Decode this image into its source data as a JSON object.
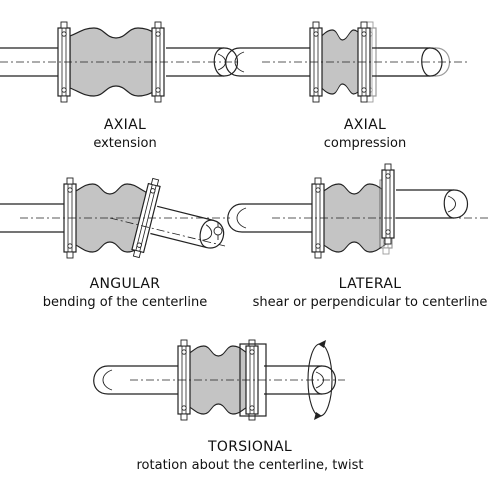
{
  "panels": [
    {
      "title": "AXIAL",
      "subtitle": "extension"
    },
    {
      "title": "AXIAL",
      "subtitle": "compression"
    },
    {
      "title": "ANGULAR",
      "subtitle": "bending of the centerline"
    },
    {
      "title": "LATERAL",
      "subtitle": "shear or perpendicular to centerline"
    },
    {
      "title": "TORSIONAL",
      "subtitle": "rotation about the centerline, twist"
    }
  ],
  "colors": {
    "line": "#222222",
    "bellows": "#c4c4c4",
    "ghost": "#9a9a9a",
    "background": "#ffffff"
  }
}
